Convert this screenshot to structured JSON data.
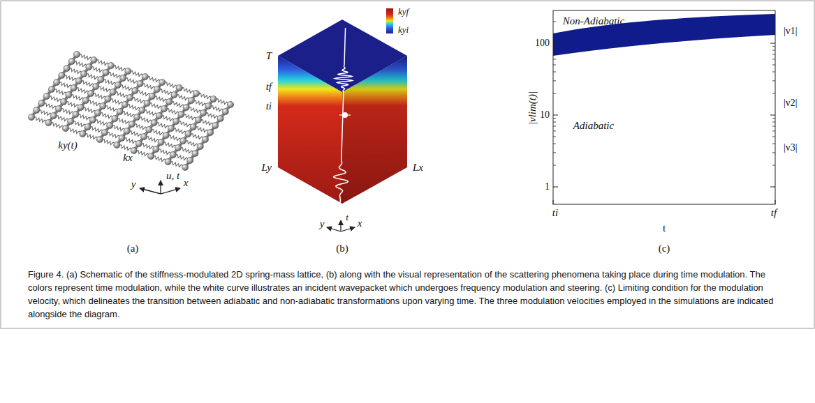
{
  "diagram": {
    "caption": "Figure 4. (a) Schematic of the stiffness-modulated 2D spring-mass lattice, (b) along with the visual representation of the scattering phenomena taking place during time modulation. The colors represent time modulation, while the white curve illustrates an incident wavepacket which undergoes frequency modulation and steering. (c) Limiting condition for the modulation velocity, which delineates the transition between adiabatic and non-adiabatic transformations upon varying time. The three modulation velocities employed in the simulations are indicated alongside the diagram.",
    "labels": [
      "ky(t)",
      "kx",
      "y",
      "u, t",
      "x",
      "(a)",
      "kyf",
      "kyi",
      "T",
      "tf",
      "ti",
      "Ly",
      "Lx",
      "y",
      "t",
      "x",
      "(b)",
      "Non-Adiabatic",
      "Adiabatic",
      "100",
      "10",
      "1",
      "|vlim(t)|",
      "ti",
      "tf",
      "t",
      "|v1|",
      "|v2|",
      "|v3|",
      "(c)"
    ]
  }
}
